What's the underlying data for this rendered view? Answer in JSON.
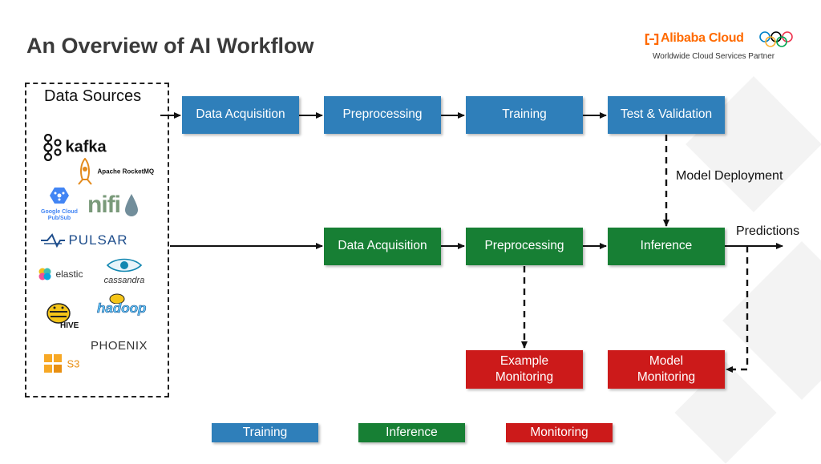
{
  "title": "An Overview of AI Workflow",
  "brand": {
    "name": "Alibaba Cloud",
    "tagline": "Worldwide Cloud Services Partner"
  },
  "data_sources": {
    "title": "Data Sources",
    "logos": [
      "kafka",
      "Apache RocketMQ",
      "Google Cloud Pub/Sub",
      "nifi",
      "PULSAR",
      "elastic",
      "cassandra",
      "HIVE",
      "hadoop",
      "PHOENIX",
      "S3"
    ]
  },
  "training_row": [
    "Data Acquisition",
    "Preprocessing",
    "Training",
    "Test & Validation"
  ],
  "inference_row": [
    "Data Acquisition",
    "Preprocessing",
    "Inference"
  ],
  "monitoring": {
    "example": "Example\nMonitoring",
    "model": "Model\nMonitoring"
  },
  "labels": {
    "deployment": "Model Deployment",
    "predictions": "Predictions"
  },
  "legend": [
    "Training",
    "Inference",
    "Monitoring"
  ],
  "colors": {
    "training": "#2f7fba",
    "inference": "#177f34",
    "monitoring": "#cc1a1a",
    "brand": "#ff6a00"
  }
}
